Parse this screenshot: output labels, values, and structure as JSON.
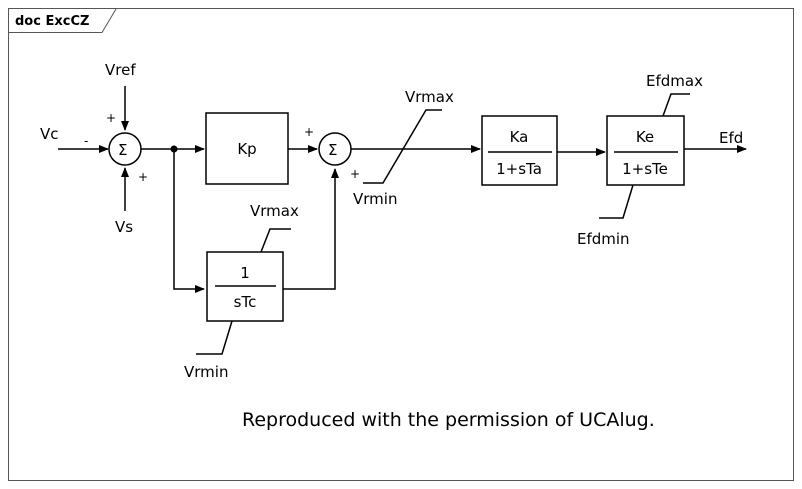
{
  "frame": {
    "title": "doc ExcCZ"
  },
  "diagram": {
    "inputs": {
      "vc": "Vc",
      "vref": "Vref",
      "vs": "Vs"
    },
    "signs": {
      "vc": "-",
      "vref": "+",
      "vs": "+",
      "sum2_top": "+",
      "sum2_bottom": "+"
    },
    "sum_symbol": "Σ",
    "kp_block": "Kp",
    "pi_block": {
      "numerator": "1",
      "denominator": "sTc",
      "upper_limit": "Vrmax",
      "lower_limit": "Vrmin"
    },
    "sum2_limit": {
      "upper": "Vrmax",
      "lower": "Vrmin"
    },
    "ka_block": {
      "numerator": "Ka",
      "denominator": "1+sTa"
    },
    "ke_block": {
      "numerator": "Ke",
      "denominator": "1+sTe",
      "upper_limit": "Efdmax",
      "lower_limit": "Efdmin"
    },
    "output": "Efd"
  },
  "note": "Reproduced with the permission of UCAlug."
}
